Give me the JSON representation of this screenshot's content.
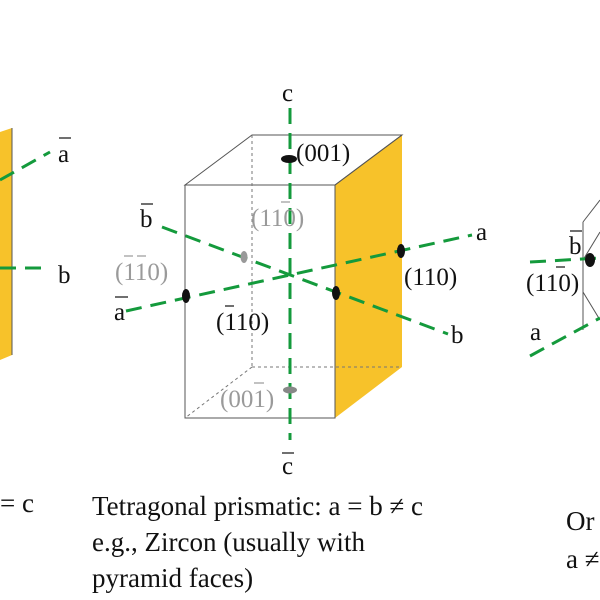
{
  "left_panel": {
    "axis_a_bar": "a",
    "axis_b": "b",
    "caption_fragment": "= c",
    "face_color": "#f7c22a"
  },
  "center_panel": {
    "axis_c": "c",
    "axis_c_bar": "c",
    "axis_a": "a",
    "axis_a_bar": "a",
    "axis_b": "b",
    "axis_b_bar": "b",
    "face_001": "(001)",
    "face_00-1": {
      "open": "(00",
      "digit": "1",
      "close": ")"
    },
    "face_110": "(110)",
    "face_1-10": {
      "open": "(1",
      "digit": "1",
      "close": "0)"
    },
    "face_-110": {
      "open": "(",
      "digit": "1",
      "close": "10)"
    },
    "face_-1-10": {
      "open": "(",
      "digit1": "1",
      "digit2": "1",
      "close": "0)"
    },
    "face_color": "#f7c22a",
    "axis_color": "#149a3c",
    "caption_line1": "Tetragonal prismatic: a = b ≠ c",
    "caption_line2": "e.g., Zircon (usually with",
    "caption_line3": "pyramid faces)"
  },
  "right_panel": {
    "axis_b_bar": "b",
    "axis_a": "a",
    "face_1-10": {
      "open": "(1",
      "digit": "1",
      "close": "0)"
    },
    "caption_fragment_line1": "Or",
    "caption_fragment_line2": "a ≠"
  }
}
